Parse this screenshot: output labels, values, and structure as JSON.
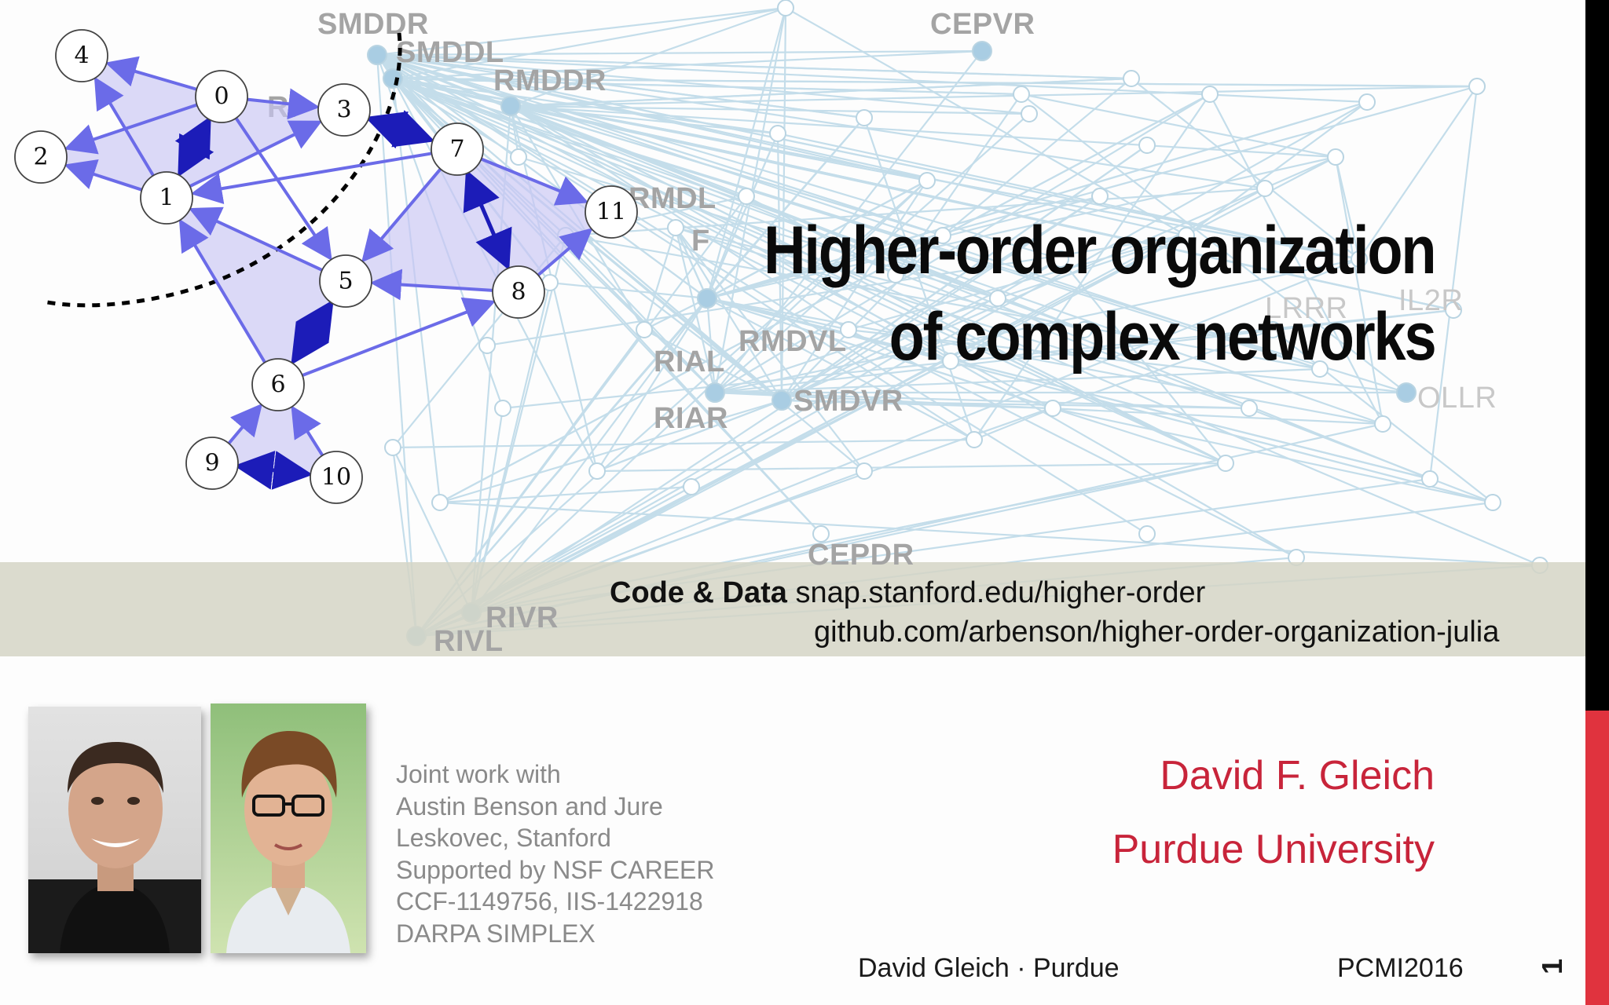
{
  "background_network": {
    "labels": [
      "SMDDR",
      "SMDDL",
      "RMDDR",
      "CEPVR",
      "RMDL",
      "IL2R",
      "RMDVL",
      "OLLR",
      "RIAL",
      "SMDVR",
      "RIAR",
      "CEPDR",
      "RIVR",
      "RIVL"
    ],
    "partial_labels": [
      "RI",
      "F",
      "LRRR"
    ]
  },
  "motif_graph": {
    "nodes": [
      "0",
      "1",
      "2",
      "3",
      "4",
      "5",
      "6",
      "7",
      "8",
      "9",
      "10",
      "11"
    ]
  },
  "title": {
    "line1": "Higher-order organization",
    "line2": "of complex networks"
  },
  "code_data": {
    "label": "Code & Data",
    "url1": "snap.stanford.edu/higher-order",
    "url2": "github.com/arbenson/higher-order-organization-julia"
  },
  "joint_work": [
    "Joint work with",
    "Austin Benson and Jure",
    "Leskovec, Stanford",
    "Supported by NSF CAREER",
    "CCF-1149756, IIS-1422918",
    "DARPA SIMPLEX"
  ],
  "author": "David F. Gleich",
  "affiliation": "Purdue University",
  "footer": {
    "left": "David Gleich · Purdue",
    "right": "PCMI2016",
    "slide_number": "1"
  },
  "colors": {
    "accent_red": "#c8243a",
    "edge_bar_red": "#e0333e",
    "motif_edge": "#6b6be8",
    "motif_fill": "#c9c6f5",
    "background_edge": "#a9cde0"
  }
}
